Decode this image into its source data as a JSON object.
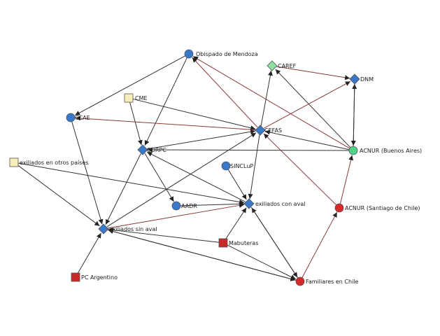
{
  "nodes": [
    {
      "id": "obispado",
      "label": "Obispado de Mendoza",
      "shape": "circle",
      "color": "#3a78c9"
    },
    {
      "id": "carif",
      "label": "CAREF",
      "shape": "diamond",
      "color": "#8fe0a0"
    },
    {
      "id": "dnm",
      "label": "DNM",
      "shape": "diamond",
      "color": "#3a78c9"
    },
    {
      "id": "cme",
      "label": "CME",
      "shape": "square",
      "color": "#f6f0b8"
    },
    {
      "id": "ccae",
      "label": "CCAE",
      "shape": "circle",
      "color": "#3a78c9"
    },
    {
      "id": "cefas",
      "label": "CEFAS",
      "shape": "diamond",
      "color": "#3a78c9"
    },
    {
      "id": "acnur_ba",
      "label": "ACNUR (Buenos Aires)",
      "shape": "circle",
      "color": "#4fd38b"
    },
    {
      "id": "exiliados_otros",
      "label": "exiliados en otros países",
      "shape": "square",
      "color": "#f6f0b8"
    },
    {
      "id": "corpc",
      "label": "CORPC",
      "shape": "diamond",
      "color": "#3a78c9"
    },
    {
      "id": "sinclup",
      "label": "SINCLuP",
      "shape": "circle",
      "color": "#3a78c9"
    },
    {
      "id": "aadr",
      "label": "AADR",
      "shape": "circle",
      "color": "#3a78c9"
    },
    {
      "id": "exiliados_con",
      "label": "exiliados con aval",
      "shape": "diamond",
      "color": "#3a78c9"
    },
    {
      "id": "acnur_cl",
      "label": "ACNUR (Santiago de Chile)",
      "shape": "circle",
      "color": "#d42a2a"
    },
    {
      "id": "exiliados_sin",
      "label": "exiliados sin aval",
      "shape": "diamond",
      "color": "#3a78c9"
    },
    {
      "id": "mabuteras",
      "label": "Mabuteras",
      "shape": "square",
      "color": "#c9272a"
    },
    {
      "id": "pc_arg",
      "label": "PC Argentino",
      "shape": "square",
      "color": "#c9272a"
    },
    {
      "id": "familiares",
      "label": "Familiares en Chile",
      "shape": "circle",
      "color": "#d42a2a"
    }
  ],
  "edges": [
    {
      "from": "cefas",
      "to": "obispado",
      "color": "#8a3a3a"
    },
    {
      "from": "acnur_ba",
      "to": "obispado",
      "color": "#8a3a3a"
    },
    {
      "from": "obispado",
      "to": "ccae",
      "color": "#333333"
    },
    {
      "from": "obispado",
      "to": "corpc",
      "color": "#333333"
    },
    {
      "from": "cefas",
      "to": "carif",
      "color": "#333333"
    },
    {
      "from": "acnur_ba",
      "to": "carif",
      "color": "#333333"
    },
    {
      "from": "carif",
      "to": "dnm",
      "color": "#8a3a3a"
    },
    {
      "from": "acnur_ba",
      "to": "dnm",
      "color": "#333333"
    },
    {
      "from": "dnm",
      "to": "acnur_ba",
      "color": "#333333"
    },
    {
      "from": "cefas",
      "to": "dnm",
      "color": "#8a3a3a"
    },
    {
      "from": "cme",
      "to": "cefas",
      "color": "#333333"
    },
    {
      "from": "cme",
      "to": "corpc",
      "color": "#333333"
    },
    {
      "from": "cefas",
      "to": "ccae",
      "color": "#8a3a3a"
    },
    {
      "from": "acnur_ba",
      "to": "cefas",
      "color": "#333333"
    },
    {
      "from": "corpc",
      "to": "cefas",
      "color": "#333333"
    },
    {
      "from": "acnur_ba",
      "to": "corpc",
      "color": "#333333"
    },
    {
      "from": "ccae",
      "to": "exiliados_sin",
      "color": "#333333"
    },
    {
      "from": "exiliados_otros",
      "to": "exiliados_sin",
      "color": "#333333"
    },
    {
      "from": "exiliados_otros",
      "to": "exiliados_con",
      "color": "#333333"
    },
    {
      "from": "corpc",
      "to": "exiliados_sin",
      "color": "#333333"
    },
    {
      "from": "corpc",
      "to": "aadr",
      "color": "#333333"
    },
    {
      "from": "exiliados_con",
      "to": "corpc",
      "color": "#333333"
    },
    {
      "from": "cefas",
      "to": "exiliados_con",
      "color": "#333333"
    },
    {
      "from": "exiliados_sin",
      "to": "cefas",
      "color": "#333333"
    },
    {
      "from": "sinclup",
      "to": "exiliados_con",
      "color": "#333333"
    },
    {
      "from": "aadr",
      "to": "exiliados_con",
      "color": "#333333"
    },
    {
      "from": "exiliados_sin",
      "to": "exiliados_con",
      "color": "#8a3a3a"
    },
    {
      "from": "acnur_cl",
      "to": "cefas",
      "color": "#8a3a3a"
    },
    {
      "from": "acnur_cl",
      "to": "acnur_ba",
      "color": "#8a3a3a"
    },
    {
      "from": "familiares",
      "to": "acnur_cl",
      "color": "#8a3a3a"
    },
    {
      "from": "familiares",
      "to": "exiliados_con",
      "color": "#333333"
    },
    {
      "from": "familiares",
      "to": "exiliados_sin",
      "color": "#333333"
    },
    {
      "from": "mabuteras",
      "to": "exiliados_con",
      "color": "#333333"
    },
    {
      "from": "mabuteras",
      "to": "exiliados_sin",
      "color": "#333333"
    },
    {
      "from": "mabuteras",
      "to": "familiares",
      "color": "#333333"
    },
    {
      "from": "pc_arg",
      "to": "exiliados_sin",
      "color": "#333333"
    },
    {
      "from": "exiliados_sin",
      "to": "familiares",
      "color": "#333333"
    },
    {
      "from": "exiliados_con",
      "to": "familiares",
      "color": "#333333"
    }
  ]
}
